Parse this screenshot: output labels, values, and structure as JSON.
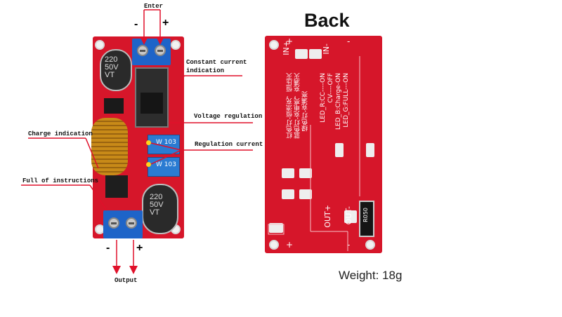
{
  "front": {
    "enter": "Enter",
    "enter_minus": "-",
    "enter_plus": "+",
    "output": "Output",
    "output_minus": "-",
    "output_plus": "+",
    "cap_top_text": "220\n50V\nVT",
    "cap_bottom_text": "220\n50V\nVT",
    "pot_label": "W 103",
    "callouts": {
      "constant_current_1": "Constant current",
      "constant_current_2": "indication",
      "voltage_regulation": "Voltage regulation",
      "regulation_current": "Regulation current",
      "charge_indication": "Charge indication",
      "full_of_instructions": "Full of instructions"
    }
  },
  "back": {
    "title": "Back",
    "in_plus": "IN+",
    "in_minus": "IN-",
    "out_plus": "OUT+",
    "out_minus": "OUT-",
    "led_r": "LED_R:CC----ON",
    "cv_off": "CV----OFF",
    "led_b": "LED_B:Charge-ON",
    "led_g": "LED_G:FULL---ON",
    "cn_line1": "红色灯-恒流充，恒压灭",
    "cn_line2": "蓝色灯-充电亮，充满灭",
    "cn_line3": "绿色灯-充满亮",
    "resistor": "R050",
    "corner_plus_top": "+",
    "corner_minus_top": "-",
    "corner_plus_bottom": "+",
    "corner_minus_bottom": "-"
  },
  "weight": "Weight: 18g",
  "colors": {
    "board_red": "#d6162a",
    "callout_red": "#e0102a",
    "terminal_blue": "#1e64c8"
  }
}
